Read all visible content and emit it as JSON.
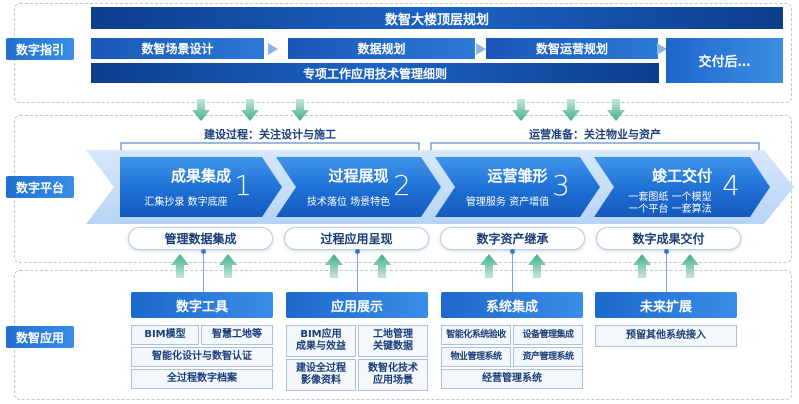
{
  "sections": {
    "guide": "数字指引",
    "platform": "数字平台",
    "apps": "数智应用"
  },
  "guide": {
    "top_bar": "数智大楼顶层规划",
    "mid_bars": [
      "数智场景设计",
      "数据规划",
      "数智运营规划"
    ],
    "bottom_bar": "专项工作应用技术管理细则",
    "delivery": "交付后…"
  },
  "phases": {
    "construction": "建设过程：关注设计与施工",
    "operation": "运营准备：关注物业与资产"
  },
  "stages": [
    {
      "title": "成果集成",
      "sub": "汇集抄录  数字底座",
      "num": "1"
    },
    {
      "title": "过程展现",
      "sub": "技术落位  场景特色",
      "num": "2"
    },
    {
      "title": "运营雏形",
      "sub": "管理服务  资产增值",
      "num": "3"
    },
    {
      "title": "竣工交付",
      "sub1": "一套图纸  一个模型",
      "sub2": "一个平台  一套算法",
      "num": "4"
    }
  ],
  "pills": [
    "管理数据集成",
    "过程应用呈现",
    "数字资产继承",
    "数字成果交付"
  ],
  "tools": [
    {
      "head": "数字工具",
      "r1": [
        "BIM模型",
        "智慧工地等"
      ],
      "r2": "智能化设计与数智认证",
      "r3": "全过程数字档案"
    },
    {
      "head": "应用展示",
      "r1": [
        "BIM应用\n成果与效益",
        "工地管理\n关键数据"
      ],
      "r2": [
        "建设全过程\n影像资料",
        "数智化技术\n应用场景"
      ]
    },
    {
      "head": "系统集成",
      "r1": [
        "智能化系统验收",
        "设备管理集成"
      ],
      "r2": [
        "物业管理系统",
        "资产管理系统"
      ],
      "r3": "经营管理系统"
    },
    {
      "head": "未来扩展",
      "r1": "预留其他系统接入"
    }
  ]
}
